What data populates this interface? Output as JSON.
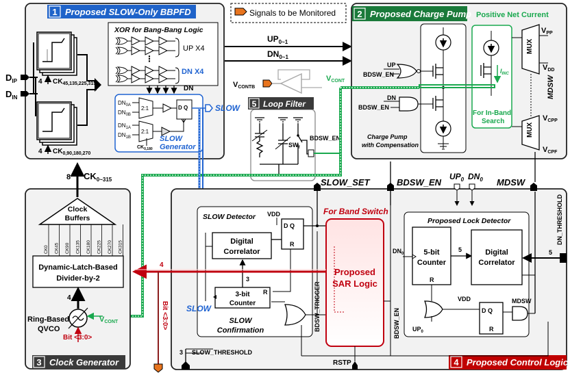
{
  "legend": {
    "signals_label": "Signals to be Monitored"
  },
  "blocks": {
    "b1": {
      "num": "1",
      "title": "Proposed SLOW-Only BBPFD"
    },
    "b2": {
      "num": "2",
      "title": "Proposed Charge Pump"
    },
    "b3": {
      "num": "3",
      "title": "Clock Generator"
    },
    "b4": {
      "num": "4",
      "title": "Proposed Control Logic"
    },
    "b5": {
      "num": "5",
      "title": "Loop Filter"
    }
  },
  "bbpfd": {
    "dip": "D",
    "dip_sub": "IP",
    "din": "D",
    "din_sub": "IN",
    "ck_top": "CK",
    "ck_top_sub": "45,135,225,315",
    "ck_top_num": "4",
    "ck_bot": "CK",
    "ck_bot_sub": "0,90,180,270",
    "ck_bot_num": "4",
    "xor_title": "XOR for Bang-Bang Logic",
    "up_x4": "UP X4",
    "dn_x4": "DN X4",
    "dn_label": "DN",
    "mux_label": "2:1",
    "d0a": "DN",
    "d0a_sub": "0A",
    "d0b": "DN",
    "d0b_sub": "0B",
    "d1a": "DN",
    "d1a_sub": "1A",
    "d1b": "DN",
    "d1b_sub": "1B",
    "dq": "D   Q",
    "ck0180": "CK",
    "ck0180_sub": "0,180",
    "slow_gen_1": "SLOW",
    "slow_gen_2": "Generator",
    "slow": "SLOW"
  },
  "signals": {
    "up": "UP",
    "up_sub": "0~1",
    "dn": "DN",
    "dn_sub": "0~1",
    "vcontb": "V",
    "vcontb_sub": "CONTB",
    "vcont": "V",
    "vcont_sub": "CONT",
    "ck": "CK",
    "ck_sub": "0~315",
    "ck_num": "8",
    "slow_set": "SLOW_SET",
    "bdsw_en": "BDSW_EN",
    "up0": "UP",
    "up0_sub": "0",
    "dn0": "DN",
    "dn0_sub": "0",
    "mdsw": "MDSW"
  },
  "cp": {
    "pos_net": "Positive Net Current",
    "inc": "I",
    "inc_sub": "INC",
    "inband_1": "For In-Band",
    "inband_2": "Search",
    "up": "UP",
    "bdsw_en": "BDSW_EN",
    "dn": "DN",
    "bdsw_en2": "BDSW_EN",
    "cap_1": "Charge Pump",
    "cap_2": "with Compensation",
    "mux": "MUX",
    "vpp": "V",
    "vpp_sub": "PP",
    "vdd": "V",
    "vdd_sub": "DD",
    "vcpp": "V",
    "vcpp_sub": "CPP",
    "vcpf": "V",
    "vcpf_sub": "CPF",
    "mdsw": "MDSW"
  },
  "lf": {
    "sw": "SW",
    "sw_sub": "f",
    "bdsw_en": "BDSW_EN"
  },
  "clk": {
    "buffers_1": "Clock",
    "buffers_2": "Buffers",
    "ck_taps": [
      "CK0",
      "CK45",
      "CK90",
      "CK135",
      "CK180",
      "CK225",
      "CK270",
      "CK315"
    ],
    "div_1": "Dynamic-Latch-Based",
    "div_2": "Divider-by-2",
    "num4": "4",
    "vco_1": "Ring-Based",
    "vco_2": "QVCO",
    "vcont": "V",
    "vcont_sub": "CONT",
    "bit": "Bit <3:0>"
  },
  "ctrl": {
    "slow_det": "SLOW Detector",
    "vdd": "VDD",
    "dq": "D   Q",
    "r": "R",
    "corr_1": "Digital",
    "corr_2": "Correlator",
    "three": "3",
    "cnt3_1": "3-bit",
    "cnt3_2": "Counter",
    "slow_conf_1": "SLOW",
    "slow_conf_2": "Confirmation",
    "slow": "SLOW",
    "bit_v": "Bit <3:0>",
    "four": "4",
    "bdsw_trig": "BDSW_TRIGGER",
    "band_sw": "For Band Switch",
    "sar_1": "Proposed",
    "sar_2": "SAR Logic",
    "bdsw_en_v": "BDSW_EN",
    "lock_det": "Proposed Lock Detector",
    "dn0": "DN",
    "dn0_sub": "0",
    "cnt5_1": "5-bit",
    "cnt5_2": "Counter",
    "five": "5",
    "corr2_1": "Digital",
    "corr2_2": "Correlator",
    "up0": "UP",
    "up0_sub": "0",
    "mdsw": "MDSW",
    "dn_thr": "DN_THRESHOLD",
    "slow_thr": "SLOW_THRESHOLD",
    "three_b": "3",
    "rstp": "RSTP"
  },
  "colors": {
    "panel": "#f2f2f2",
    "blue_badge": "#1f63c9",
    "green_badge": "#1a7a3a",
    "red_badge": "#c00000",
    "dark_badge": "#3a3a3a",
    "bbpfd_slow": "#1f63d1",
    "green": "#19a84e",
    "red_line": "#c0000f",
    "orange": "#e8741e",
    "brown": "#8b1d1d"
  }
}
